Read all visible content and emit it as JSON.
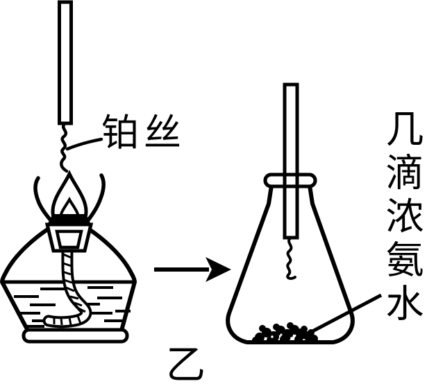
{
  "meta": {
    "background_color": "#ffffff",
    "ink_color": "#000000"
  },
  "labels": {
    "platinum_wire": "铂丝",
    "ammonia_drops": "几滴浓氨水",
    "figure_caption": "乙"
  },
  "icons": {
    "left_apparatus": "alcohol-lamp-heating-platinum-wire",
    "arrow": "right-arrow",
    "right_apparatus": "erlenmeyer-flask-with-glass-rod-and-ammonia-drops"
  }
}
